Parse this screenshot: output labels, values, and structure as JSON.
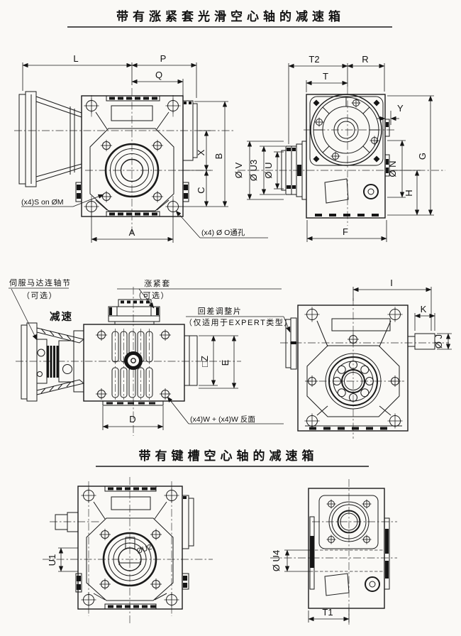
{
  "titles": {
    "top": "带有涨紧套光滑空心轴的减速箱",
    "bottom": "带有键槽空心轴的减速箱"
  },
  "tlv": {
    "L": "L",
    "P": "P",
    "Q": "Q",
    "X": "X",
    "B": "B",
    "C": "C",
    "A": "A",
    "s_on_m": "(x4)S on ØM",
    "o_hole": "(x4) Ø O通孔"
  },
  "trv": {
    "T2": "T2",
    "T": "T",
    "R": "R",
    "Y": "Y",
    "n": "Ø N",
    "G": "G",
    "H": "H",
    "F": "F",
    "v": "Ø V",
    "u3": "Ø U3",
    "u": "Ø U"
  },
  "callouts": {
    "servo": "伺服马达连轴节",
    "servo_opt": "（可选）",
    "shrink": "涨紧套",
    "shrink_opt": "（可选）",
    "reduce": "减速",
    "backlash": "回差调整片",
    "backlash_note": "（仅适用于EXPERT类型）"
  },
  "mcv": {
    "D": "D",
    "z": "□Z",
    "E": "E",
    "w_note": "(x4)W + (x4)W 反面"
  },
  "mrv": {
    "I": "I",
    "K": "K",
    "j": "Ø J"
  },
  "blv": {
    "U1": "U1",
    "u2": "ØU2"
  },
  "brv": {
    "u4": "Ø U4",
    "T1": "T1"
  }
}
